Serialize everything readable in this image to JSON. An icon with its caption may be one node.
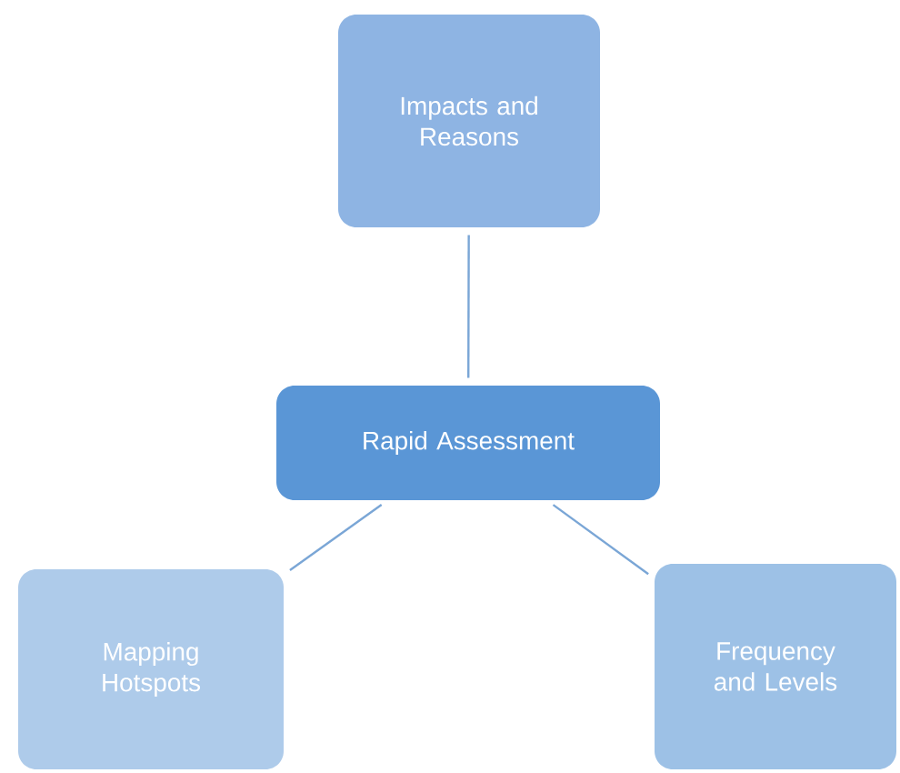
{
  "diagram": {
    "nodes": [
      {
        "text": [
          "Impacts and Reasons"
        ]
      },
      {
        "text": [
          "Rapid Assessment"
        ]
      },
      {
        "text": [
          "Mapping Hotspots"
        ]
      },
      {
        "text": [
          "Frequency and Levels"
        ]
      }
    ],
    "edges": [
      {
        "from": 1,
        "to": 0,
        "arrow": "none"
      },
      {
        "from": 1,
        "to": 2,
        "arrow": "none"
      },
      {
        "from": 1,
        "to": 3,
        "arrow": "none"
      }
    ]
  }
}
